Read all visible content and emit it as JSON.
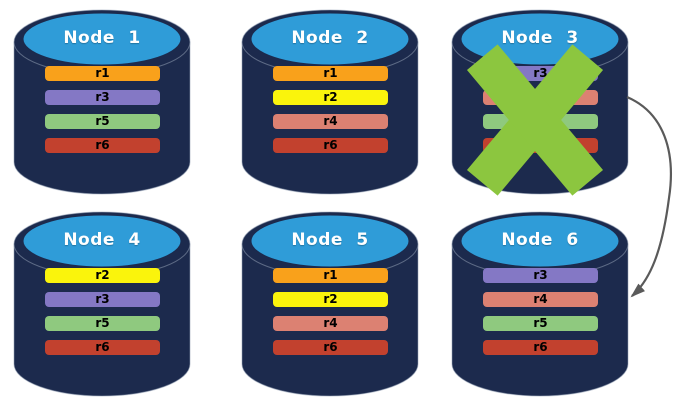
{
  "colors": {
    "cylinder_body": "#1C2A4D",
    "cylinder_top": "#2F9CD8",
    "cylinder_edge": "#93A0B4",
    "title_text": "#FFFFFF",
    "bar_text": "#000000",
    "failure_x": "#8CC63F",
    "arrow": "#5A5A5A",
    "replica_colors": {
      "r1": "#F9A11B",
      "r2": "#FAF40C",
      "r3": "#8478C5",
      "r4": "#DC8172",
      "r5": "#8FC97F",
      "r6": "#C2412E"
    }
  },
  "nodes": [
    {
      "title": "Node 1",
      "failed": false,
      "bars": [
        {
          "label": "r1",
          "color": "#F9A11B"
        },
        {
          "label": "r3",
          "color": "#8478C5"
        },
        {
          "label": "r5",
          "color": "#8FC97F"
        },
        {
          "label": "r6",
          "color": "#C2412E"
        }
      ]
    },
    {
      "title": "Node 2",
      "failed": false,
      "bars": [
        {
          "label": "r1",
          "color": "#F9A11B"
        },
        {
          "label": "r2",
          "color": "#FAF40C"
        },
        {
          "label": "r4",
          "color": "#DC8172"
        },
        {
          "label": "r6",
          "color": "#C2412E"
        }
      ]
    },
    {
      "title": "Node 3",
      "failed": true,
      "bars": [
        {
          "label": "r3",
          "color": "#8478C5"
        },
        {
          "label": "r4",
          "color": "#DC8172"
        },
        {
          "label": "r5",
          "color": "#8FC97F"
        },
        {
          "label": "r6",
          "color": "#C2412E"
        }
      ]
    },
    {
      "title": "Node 4",
      "failed": false,
      "bars": [
        {
          "label": "r2",
          "color": "#FAF40C"
        },
        {
          "label": "r3",
          "color": "#8478C5"
        },
        {
          "label": "r5",
          "color": "#8FC97F"
        },
        {
          "label": "r6",
          "color": "#C2412E"
        }
      ]
    },
    {
      "title": "Node 5",
      "failed": false,
      "bars": [
        {
          "label": "r1",
          "color": "#F9A11B"
        },
        {
          "label": "r2",
          "color": "#FAF40C"
        },
        {
          "label": "r4",
          "color": "#DC8172"
        },
        {
          "label": "r6",
          "color": "#C2412E"
        }
      ]
    },
    {
      "title": "Node 6",
      "failed": false,
      "bars": [
        {
          "label": "r3",
          "color": "#8478C5"
        },
        {
          "label": "r4",
          "color": "#DC8172"
        },
        {
          "label": "r5",
          "color": "#8FC97F"
        },
        {
          "label": "r6",
          "color": "#C2412E"
        }
      ]
    }
  ],
  "arrow": {
    "from": "Node 3",
    "to": "Node 6"
  }
}
